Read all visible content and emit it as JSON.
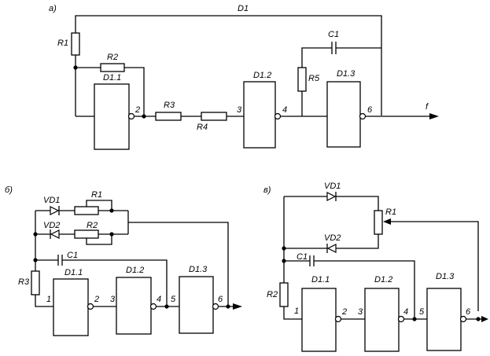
{
  "colors": {
    "ink": "#000000",
    "background": "#ffffff"
  },
  "panel_a": {
    "label": "а)",
    "d1": "D1",
    "r1": "R1",
    "r2": "R2",
    "r3": "R3",
    "r4": "R4",
    "r5": "R5",
    "c1": "C1",
    "d11": "D1.1",
    "d12": "D1.2",
    "d13": "D1.3",
    "pin2": "2",
    "pin3": "3",
    "pin4": "4",
    "pin6": "6",
    "out": "f"
  },
  "panel_b": {
    "label": "б)",
    "vd1": "VD1",
    "vd2": "VD2",
    "r1": "R1",
    "r2": "R2",
    "r3": "R3",
    "c1": "C1",
    "d11": "D1.1",
    "d12": "D1.2",
    "d13": "D1.3",
    "pin1": "1",
    "pin2": "2",
    "pin3": "3",
    "pin4": "4",
    "pin5": "5",
    "pin6": "6"
  },
  "panel_c": {
    "label": "в)",
    "vd1": "VD1",
    "vd2": "VD2",
    "r1": "R1",
    "r2": "R2",
    "c1": "C1",
    "d11": "D1.1",
    "d12": "D1.2",
    "d13": "D1.3",
    "pin1": "1",
    "pin2": "2",
    "pin3": "3",
    "pin4": "4",
    "pin5": "5",
    "pin6": "6"
  }
}
